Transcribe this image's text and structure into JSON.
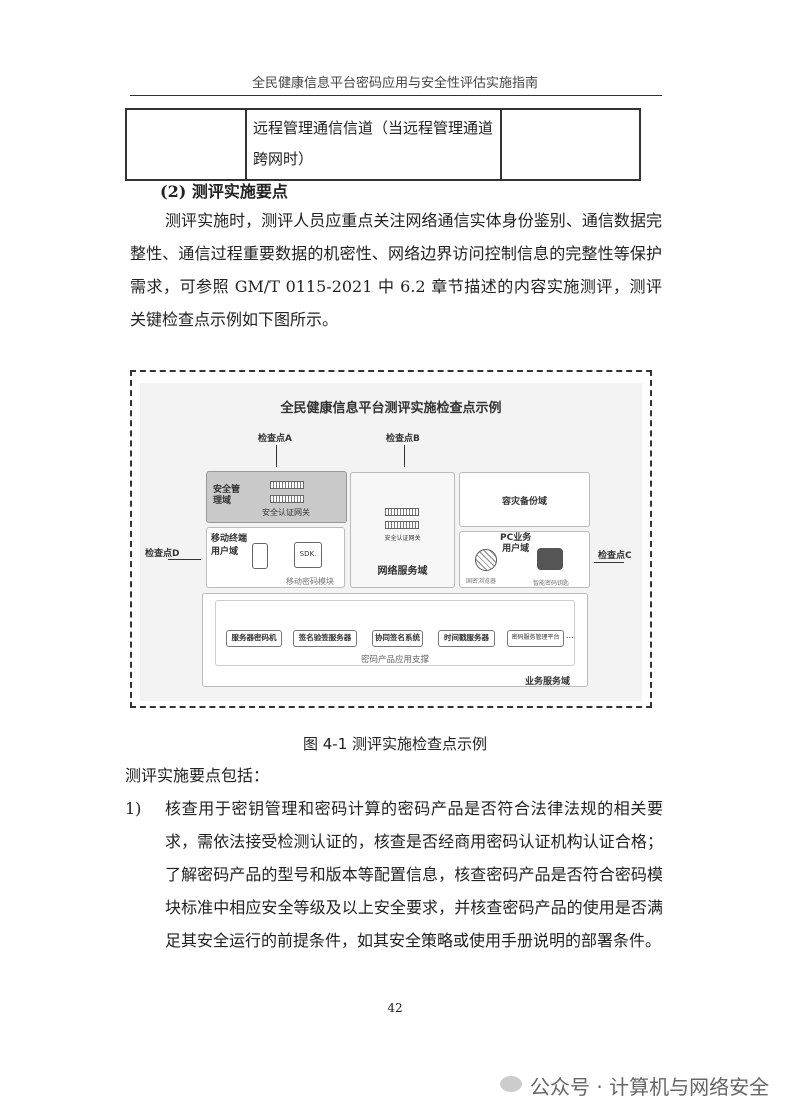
{
  "header": {
    "title": "全民健康信息平台密码应用与安全性评估实施指南"
  },
  "table": {
    "row": [
      "",
      "远程管理通信信道（当远程管理通道跨网时）",
      ""
    ]
  },
  "section": {
    "heading": "(2)  测评实施要点",
    "paragraph": "测评实施时，测评人员应重点关注网络通信实体身份鉴别、通信数据完整性、通信过程重要数据的机密性、网络边界访问控制信息的完整性等保护需求，可参照 GM/T 0115-2021 中 6.2 章节描述的内容实施测评，测评关键检查点示例如下图所示。"
  },
  "figure": {
    "title": "全民健康信息平台测评实施检查点示例",
    "checkpoints": {
      "a": "检查点A",
      "b": "检查点B",
      "c": "检查点C",
      "d": "检查点D"
    },
    "security_mgmt": {
      "label": "安全管\n理域",
      "gateway": "安全认证网关"
    },
    "mobile": {
      "label": "移动终端\n用户域",
      "sdk": "SDK.",
      "module": "移动密码模块"
    },
    "network": {
      "gateway": "安全认证网关",
      "label": "网络服务域"
    },
    "disaster": {
      "label": "容灾备份域"
    },
    "pc": {
      "label": "PC业务\n用户域",
      "browser": "国密浏览器",
      "key": "智能密码钥匙"
    },
    "business": {
      "products": [
        "服务器密码机",
        "签名验签服务器",
        "协同签名系统",
        "时间戳服务器",
        "密码服务管理平台"
      ],
      "more": "...",
      "support": "密码产品应用支撑",
      "label": "业务服务域"
    },
    "caption": "图 4-1  测评实施检查点示例"
  },
  "points_intro": "测评实施要点包括：",
  "points": [
    {
      "num": "1)",
      "text": "核查用于密钥管理和密码计算的密码产品是否符合法律法规的相关要求，需依法接受检测认证的，核查是否经商用密码认证机构认证合格；了解密码产品的型号和版本等配置信息，核查密码产品是否符合密码模块标准中相应安全等级及以上安全要求，并核查密码产品的使用是否满足其安全运行的前提条件，如其安全策略或使用手册说明的部署条件。"
    }
  ],
  "page_number": "42",
  "watermark": "公众号 · 计算机与网络安全"
}
